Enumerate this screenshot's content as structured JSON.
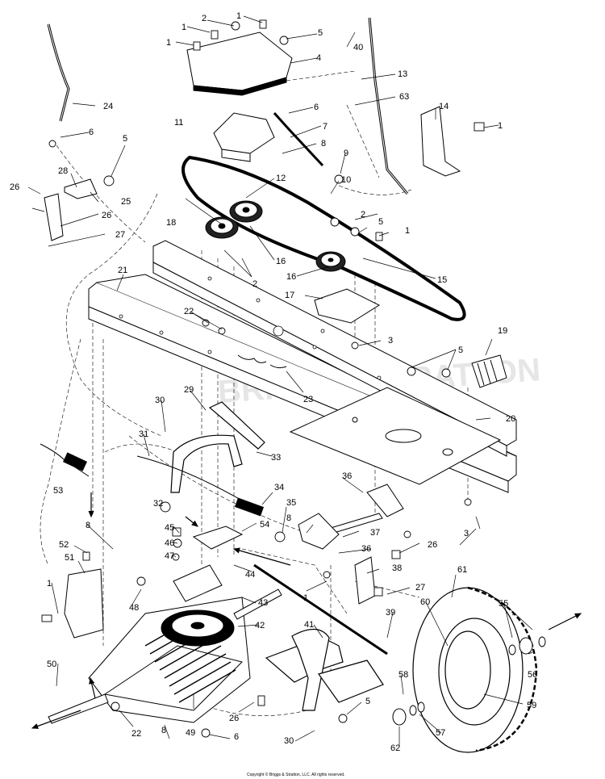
{
  "watermark": "BRIGGS&STRATTON",
  "copyright": "Copyright © Briggs & Stratton, LLC. All rights reserved.",
  "callouts": [
    {
      "id": "c1a",
      "text": "1"
    },
    {
      "id": "c1b",
      "text": "1"
    },
    {
      "id": "c1c",
      "text": "1"
    },
    {
      "id": "c1d",
      "text": "1"
    },
    {
      "id": "c1e",
      "text": "1"
    },
    {
      "id": "c1f",
      "text": "1"
    },
    {
      "id": "c1g",
      "text": "1"
    },
    {
      "id": "c2a",
      "text": "2"
    },
    {
      "id": "c2b",
      "text": "2"
    },
    {
      "id": "c2c",
      "text": "2"
    },
    {
      "id": "c3a",
      "text": "3"
    },
    {
      "id": "c3b",
      "text": "3"
    },
    {
      "id": "c4",
      "text": "4"
    },
    {
      "id": "c5a",
      "text": "5"
    },
    {
      "id": "c5b",
      "text": "5"
    },
    {
      "id": "c5c",
      "text": "5"
    },
    {
      "id": "c5d",
      "text": "5"
    },
    {
      "id": "c5e",
      "text": "5"
    },
    {
      "id": "c6a",
      "text": "6"
    },
    {
      "id": "c6b",
      "text": "6"
    },
    {
      "id": "c6c",
      "text": "6"
    },
    {
      "id": "c7",
      "text": "7"
    },
    {
      "id": "c8a",
      "text": "8"
    },
    {
      "id": "c8b",
      "text": "8"
    },
    {
      "id": "c8c",
      "text": "8"
    },
    {
      "id": "c8d",
      "text": "8"
    },
    {
      "id": "c9",
      "text": "9"
    },
    {
      "id": "c10",
      "text": "10"
    },
    {
      "id": "c11",
      "text": "11"
    },
    {
      "id": "c12",
      "text": "12"
    },
    {
      "id": "c13",
      "text": "13"
    },
    {
      "id": "c14",
      "text": "14"
    },
    {
      "id": "c15",
      "text": "15"
    },
    {
      "id": "c16a",
      "text": "16"
    },
    {
      "id": "c16b",
      "text": "16"
    },
    {
      "id": "c17",
      "text": "17"
    },
    {
      "id": "c18",
      "text": "18"
    },
    {
      "id": "c19",
      "text": "19"
    },
    {
      "id": "c20",
      "text": "20"
    },
    {
      "id": "c21",
      "text": "21"
    },
    {
      "id": "c22a",
      "text": "22"
    },
    {
      "id": "c22b",
      "text": "22"
    },
    {
      "id": "c23",
      "text": "23"
    },
    {
      "id": "c24",
      "text": "24"
    },
    {
      "id": "c25",
      "text": "25"
    },
    {
      "id": "c26a",
      "text": "26"
    },
    {
      "id": "c26b",
      "text": "26"
    },
    {
      "id": "c26c",
      "text": "26"
    },
    {
      "id": "c26d",
      "text": "26"
    },
    {
      "id": "c27a",
      "text": "27"
    },
    {
      "id": "c27b",
      "text": "27"
    },
    {
      "id": "c28",
      "text": "28"
    },
    {
      "id": "c29",
      "text": "29"
    },
    {
      "id": "c30a",
      "text": "30"
    },
    {
      "id": "c30b",
      "text": "30"
    },
    {
      "id": "c31",
      "text": "31"
    },
    {
      "id": "c32",
      "text": "32"
    },
    {
      "id": "c33",
      "text": "33"
    },
    {
      "id": "c34",
      "text": "34"
    },
    {
      "id": "c35",
      "text": "35"
    },
    {
      "id": "c36a",
      "text": "36"
    },
    {
      "id": "c36b",
      "text": "36"
    },
    {
      "id": "c37",
      "text": "37"
    },
    {
      "id": "c38",
      "text": "38"
    },
    {
      "id": "c39",
      "text": "39"
    },
    {
      "id": "c40",
      "text": "40"
    },
    {
      "id": "c41",
      "text": "41"
    },
    {
      "id": "c42",
      "text": "42"
    },
    {
      "id": "c43",
      "text": "43"
    },
    {
      "id": "c44",
      "text": "44"
    },
    {
      "id": "c45",
      "text": "45"
    },
    {
      "id": "c46",
      "text": "46"
    },
    {
      "id": "c47",
      "text": "47"
    },
    {
      "id": "c48",
      "text": "48"
    },
    {
      "id": "c49",
      "text": "49"
    },
    {
      "id": "c50",
      "text": "50"
    },
    {
      "id": "c51",
      "text": "51"
    },
    {
      "id": "c52",
      "text": "52"
    },
    {
      "id": "c53",
      "text": "53"
    },
    {
      "id": "c54",
      "text": "54"
    },
    {
      "id": "c55",
      "text": "55"
    },
    {
      "id": "c56",
      "text": "56"
    },
    {
      "id": "c57",
      "text": "57"
    },
    {
      "id": "c58",
      "text": "58"
    },
    {
      "id": "c59",
      "text": "59"
    },
    {
      "id": "c60",
      "text": "60"
    },
    {
      "id": "c61",
      "text": "61"
    },
    {
      "id": "c62",
      "text": "62"
    },
    {
      "id": "c63",
      "text": "63"
    }
  ]
}
